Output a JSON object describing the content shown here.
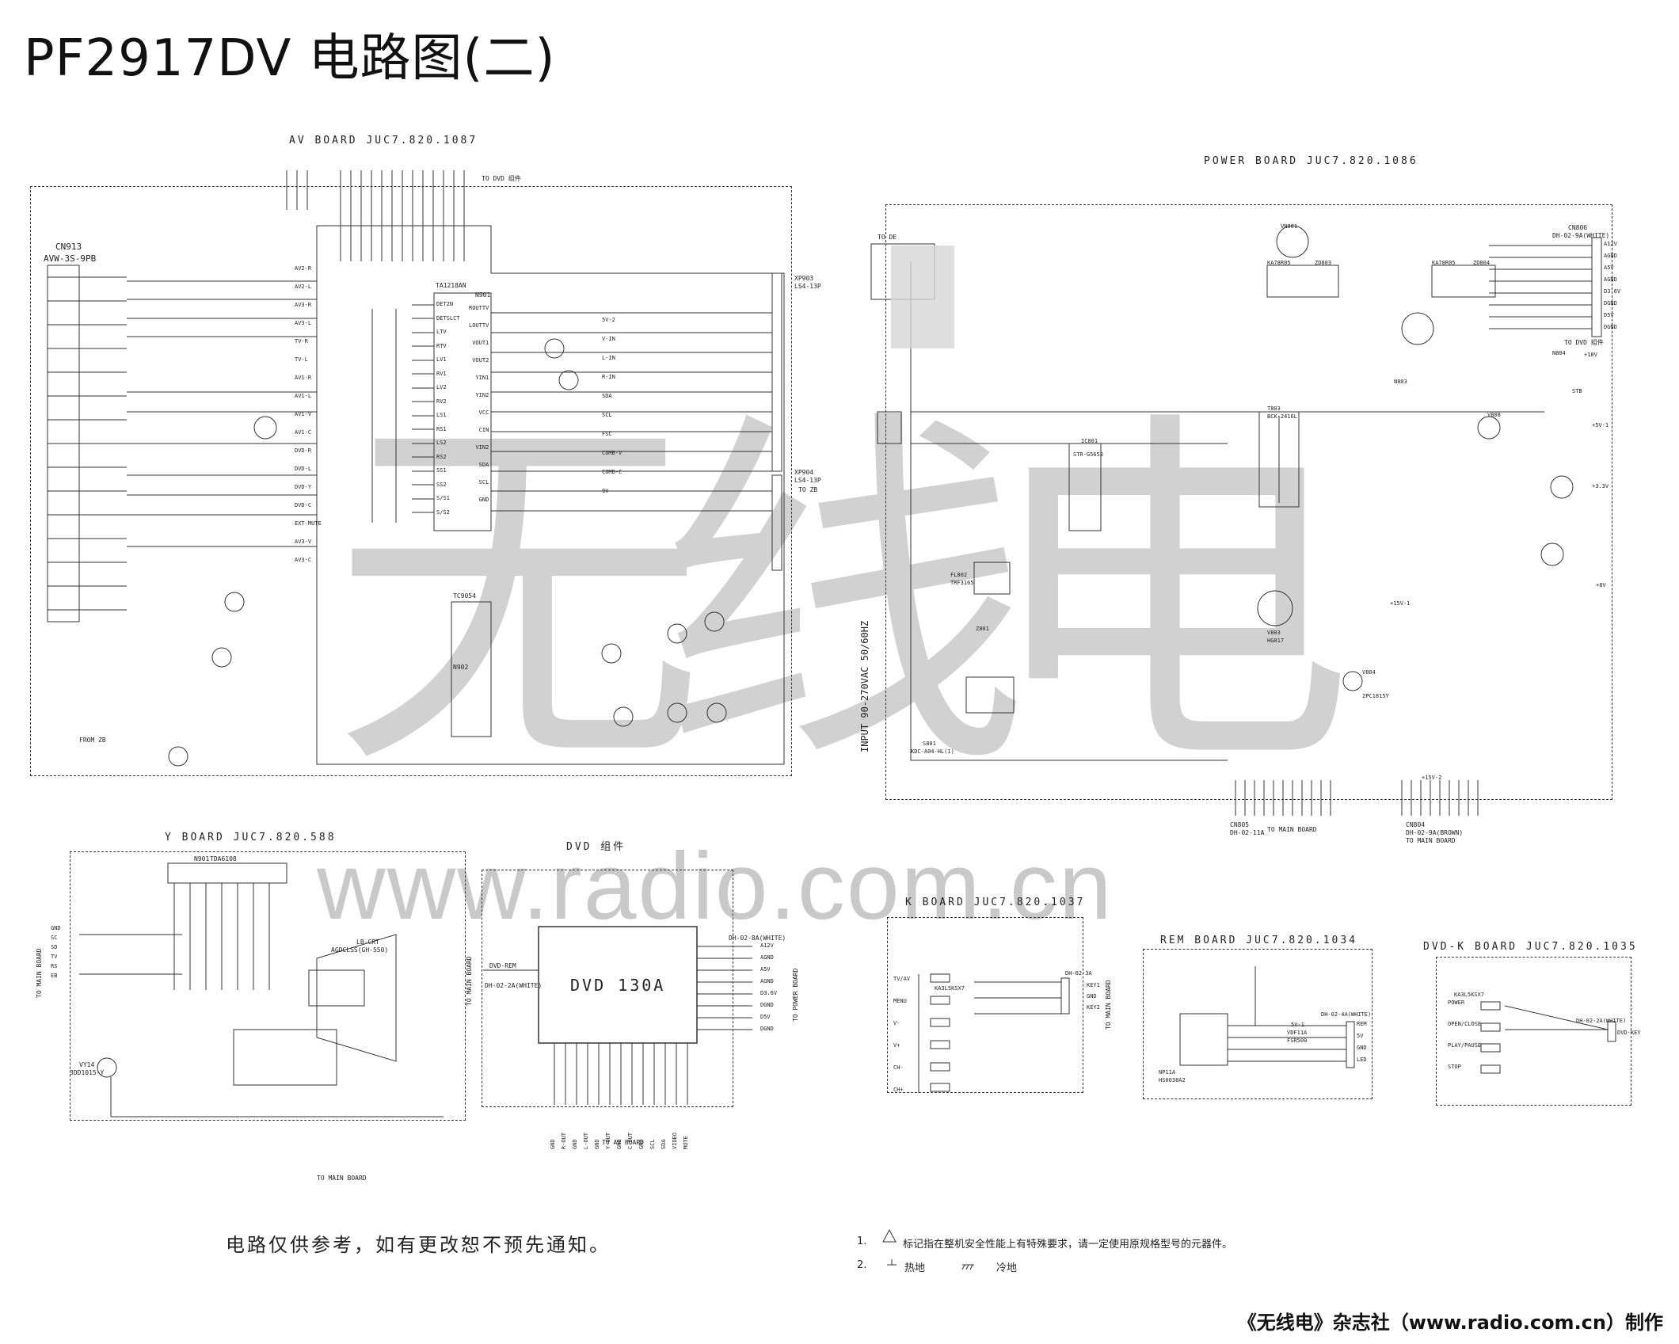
{
  "title": "PF2917DV 电路图(二)",
  "watermark": {
    "url": "www.radio.com.cn",
    "glyphs": "无线电"
  },
  "boards": {
    "av": {
      "label": "AV BOARD JUC7.820.1087",
      "connector_main": "CN913",
      "connector_part": "AVW-3S-9PB",
      "to_dvd": "TO DVD 组件",
      "from_zb": "FROM ZB",
      "to_zb": "TO ZB",
      "ic1": "TA1218AN",
      "ic1_ref": "N901",
      "ic2": "TC9054",
      "ic2_ref": "N902",
      "xp903": "XP903",
      "xp903_part": "LS4-13P",
      "xp904": "XP904",
      "xp904_part": "LS4-13P",
      "ic1_pins_left": [
        "DET2N",
        "DETSLCT",
        "LTV",
        "RTV",
        "LV1",
        "RV1",
        "LV2",
        "RV2",
        "LS1",
        "RS1",
        "LS2",
        "RS2",
        "SS1",
        "SS2",
        "S/S1",
        "S/S2"
      ],
      "ic1_pins_right": [
        "ROUTTV",
        "LOUTTV",
        "VOUT1",
        "VOUT2",
        "YIN1",
        "YIN2",
        "VCC",
        "CIN",
        "VIN2",
        "SDA",
        "SCL",
        "GND"
      ],
      "signals": [
        "AV2-R",
        "AV2-L",
        "AV3-R",
        "AV3-L",
        "TV-R",
        "TV-L",
        "AV1-R",
        "AV1-L",
        "AV1-V",
        "AV1-C",
        "DVD-R",
        "DVD-L",
        "DVD-Y",
        "DVD-C",
        "EXT-MUTE",
        "AV3-V",
        "AV3-C",
        "5V-2",
        "V-IN",
        "L-IN",
        "R-IN",
        "SDA",
        "SCL",
        "FSC",
        "COMB-V",
        "COMB-C",
        "9V"
      ]
    },
    "power": {
      "label": "POWER BOARD JUC7.820.1086",
      "to_de": "TO DE",
      "to_dvd": "TO DVD 组件",
      "input": "INPUT 90-270VAC 50/60HZ",
      "cn806": "CN806",
      "cn806_part": "DH-02-9A(WHITE)",
      "cn805": "CN805",
      "cn805_part": "DH-02-11A",
      "cn804": "CN804",
      "cn804_part": "DH-02-9A(BROWN)",
      "to_main": "TO MAIN BOARD",
      "rails": [
        "A12V",
        "AGND",
        "A5V",
        "AGND",
        "D3.6V",
        "DGND",
        "D5V",
        "DGND"
      ],
      "parts": [
        "VN801",
        "IC801",
        "T803",
        "BCK-2416L",
        "N803",
        "STR-G5653",
        "KA78R05",
        "KA78R05",
        "ZD803",
        "ZD804",
        "V808",
        "N804",
        "FL802",
        "TRF3165",
        "Z801",
        "S801",
        "KDC-A04-HL(1)",
        "V803",
        "HG817",
        "V804",
        "2PC1815Y"
      ],
      "outputs": [
        "+18V",
        "STB",
        "+5V-1",
        "+3.3V",
        "+8V",
        "+15V-1",
        "+15V-2"
      ]
    },
    "y": {
      "label": "Y BOARD JUC7.820.588",
      "ic": "TDA6108",
      "ic_ref": "N901",
      "crt": "LB-CRT",
      "crt_part": "AGDCLSS(GH-550)",
      "transistor": "VY14",
      "transistor_part": "3DD1015-Y",
      "to_main": "TO MAIN BOARD",
      "to_main_board_left": "TO MAIN BOARD",
      "pins": [
        "GND",
        "SC",
        "SD",
        "TV",
        "RS",
        "EB"
      ]
    },
    "dvd": {
      "label": "DVD 组件",
      "module": "DVD 130A",
      "conn_top": "DH-02-8A(WHITE)",
      "conn_left": "DVD-REM",
      "conn_left_part": "DH-02-2A(WHITE)",
      "to_main": "TO MAIN BOARD",
      "to_power": "TO POWER BOARD",
      "to_av": "TO AV BOARD",
      "rails": [
        "A12V",
        "AGND",
        "A5V",
        "AGND",
        "D3.6V",
        "DGND",
        "D5V",
        "DGND"
      ],
      "bottom_pins": [
        "GND",
        "R-OUT",
        "GND",
        "L-OUT",
        "GND",
        "Y-OUT",
        "GND",
        "C-OUT",
        "GND",
        "SCL",
        "SDA",
        "VIDEO",
        "MUTE"
      ]
    },
    "k": {
      "label": "K BOARD JUC7.820.1037",
      "buttons": [
        "TV/AV",
        "MENU",
        "V-",
        "V+",
        "CH-",
        "CH+"
      ],
      "switch_part": "KA3L5KSX7",
      "conn": "DH-02-3A",
      "pins": [
        "KEY1",
        "GND",
        "KEY2"
      ],
      "to_main": "TO MAIN BOARD"
    },
    "rem": {
      "label": "REM BOARD JUC7.820.1034",
      "receiver": "NP11A",
      "receiver_part": "HS0038A2",
      "led": "VDF11A",
      "led_part": "FSR500",
      "conn": "DH-02-4A(WHITE)",
      "pins": [
        "REM",
        "5V",
        "GND",
        "LED"
      ],
      "supply": "5V-1"
    },
    "dvdk": {
      "label": "DVD-K BOARD JUC7.820.1035",
      "buttons": [
        "POWER",
        "OPEN/CLOSE",
        "PLAY/PAUSE",
        "STOP"
      ],
      "switch_part": "KA3L5KSX7",
      "conn": "DH-02-2A(WHITE)",
      "pin": "DVD-KEY"
    }
  },
  "notes": {
    "n1_num": "1.",
    "n1_text": "标记指在整机安全性能上有特殊要求，请一定使用原规格型号的元器件。",
    "n2_num": "2.",
    "n2_hot": "热地",
    "n2_cold": "冷地"
  },
  "disclaimer": "电路仅供参考，如有更改恕不预先通知。",
  "footer": "《无线电》杂志社（www.radio.com.cn）制作"
}
